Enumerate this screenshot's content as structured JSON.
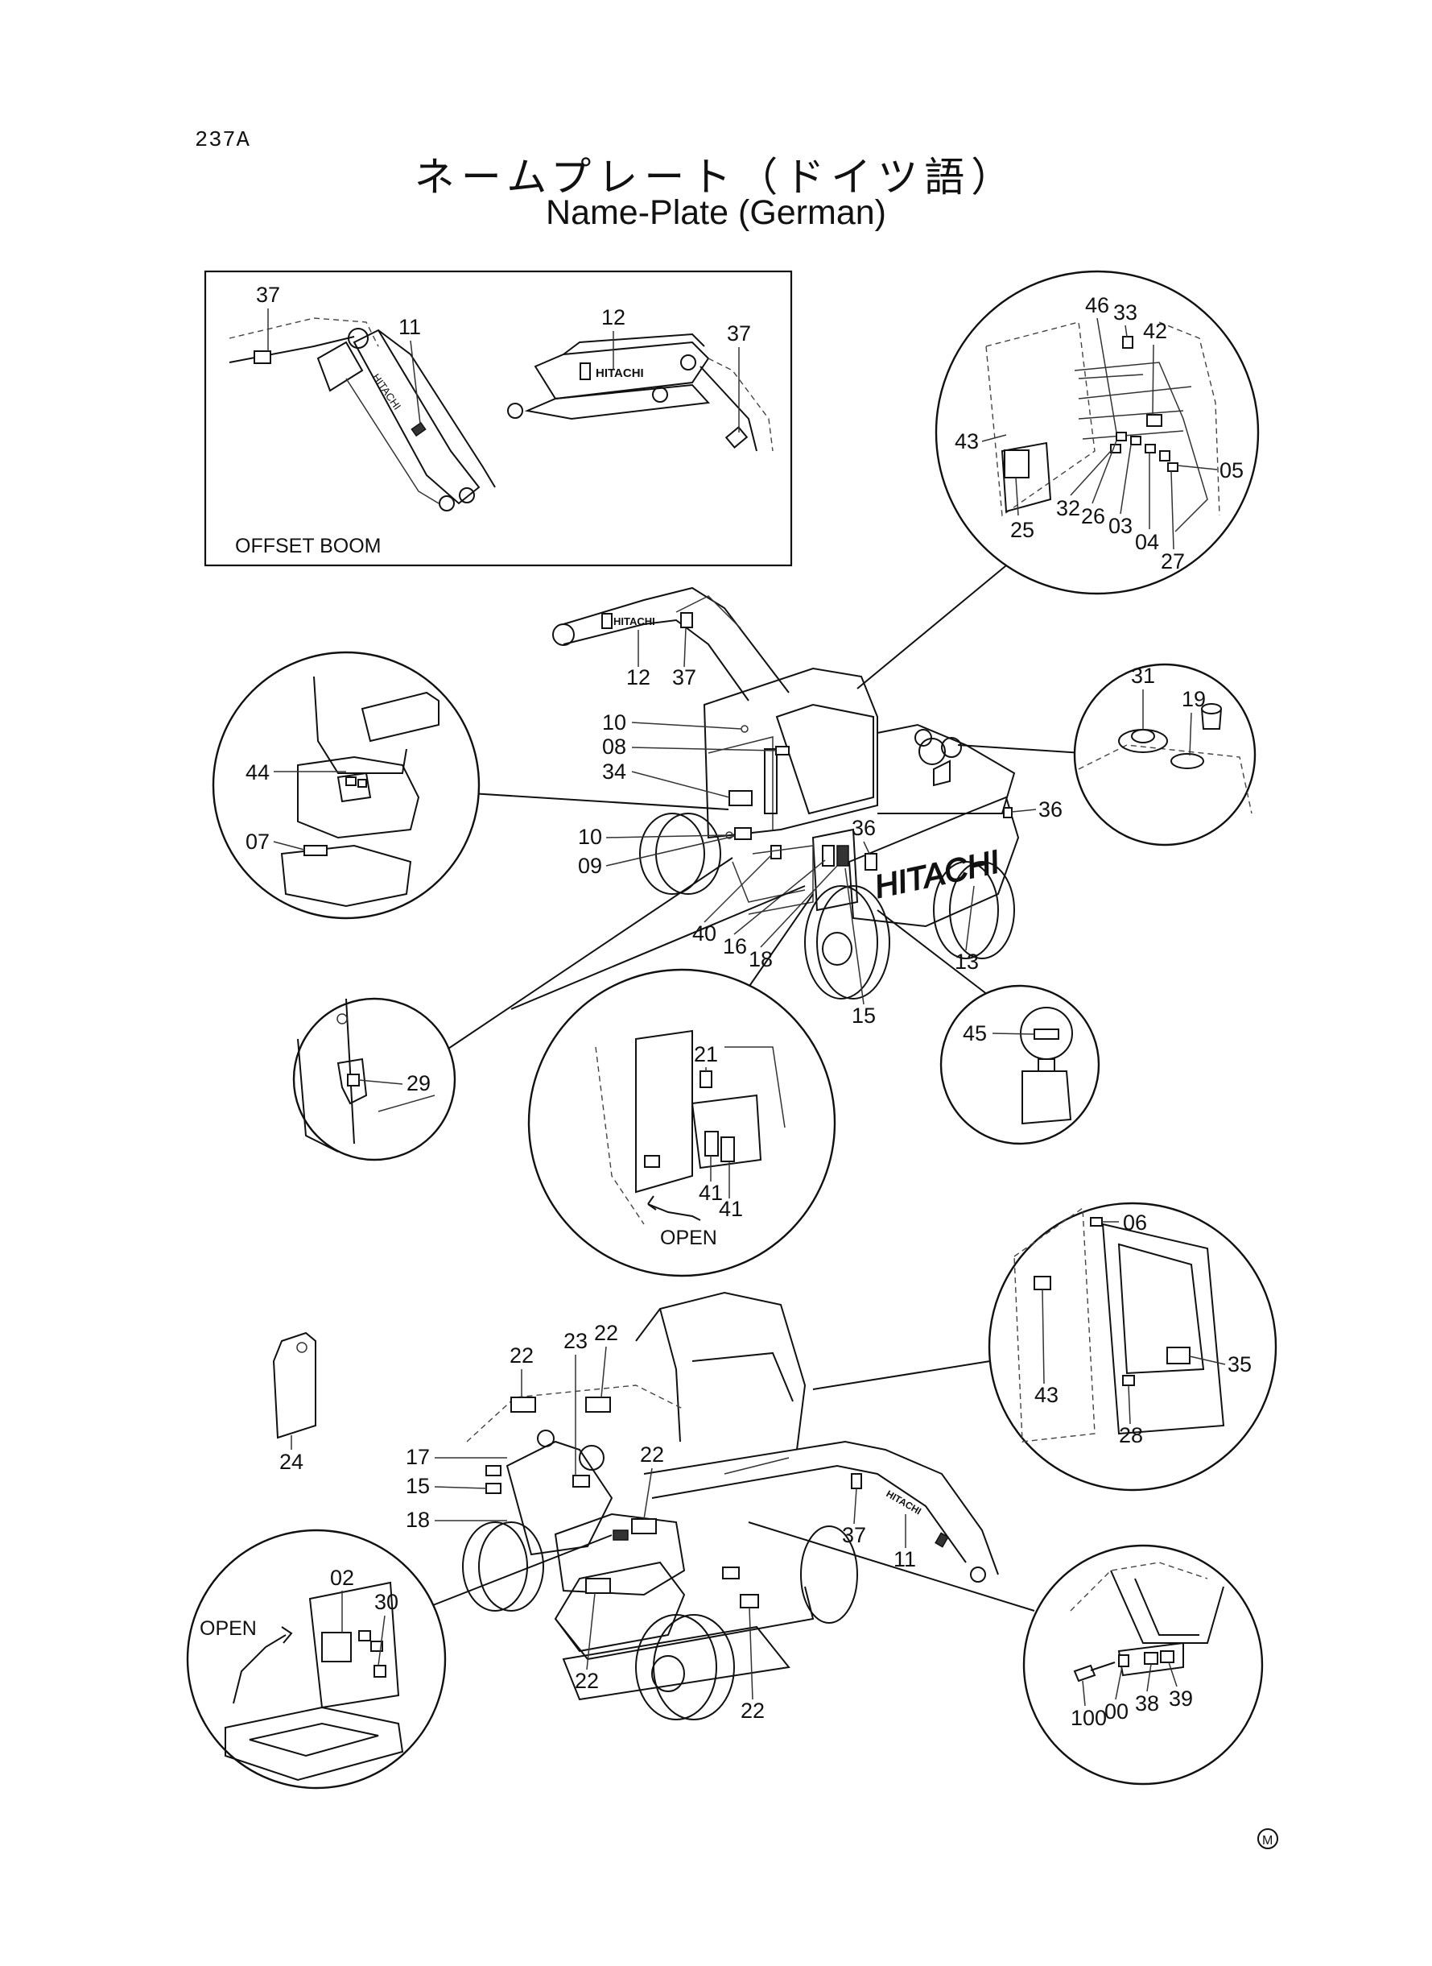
{
  "page_code": "237A",
  "title_jp": "ネームプレート（ドイツ語）",
  "title_en": "Name-Plate (German)",
  "inset": {
    "caption": "OFFSET BOOM",
    "brand_boom": "HITACHI",
    "brand_arm": "HITACHI"
  },
  "main_upper": {
    "brand_body": "HITACHI",
    "brand_boom": "HITACHI"
  },
  "lower": {
    "brand_arm": "HITACHI"
  },
  "open_label_battery": "OPEN",
  "open_label_box": "OPEN",
  "mark": "M",
  "callouts": {
    "inset_37a": "37",
    "inset_11": "11",
    "inset_12": "12",
    "inset_37b": "37",
    "cab_46": "46",
    "cab_33": "33",
    "cab_42": "42",
    "cab_43": "43",
    "cab_05": "05",
    "cab_32": "32",
    "cab_26": "26",
    "cab_03": "03",
    "cab_04": "04",
    "cab_25": "25",
    "cab_27": "27",
    "up_12": "12",
    "up_37": "37",
    "up_10a": "10",
    "up_08": "08",
    "up_34": "34",
    "up_10b": "10",
    "up_09": "09",
    "up_40": "40",
    "up_16": "16",
    "up_18": "18",
    "up_36a": "36",
    "up_36b": "36",
    "up_13": "13",
    "up_15": "15",
    "seat_44": "44",
    "seat_07": "07",
    "tank_31": "31",
    "tank_19": "19",
    "door_29": "29",
    "bat_21": "21",
    "bat_41a": "41",
    "bat_41b": "41",
    "acc_45": "45",
    "door2_06": "06",
    "door2_43": "43",
    "door2_35": "35",
    "door2_28": "28",
    "lo_24": "24",
    "lo_22a": "22",
    "lo_23": "23",
    "lo_22b": "22",
    "lo_17": "17",
    "lo_15": "15",
    "lo_18": "18",
    "lo_22c": "22",
    "lo_37": "37",
    "lo_11": "11",
    "lo_22d": "22",
    "lo_22e": "22",
    "box_02": "02",
    "box_30": "30",
    "fr_100": "100",
    "fr_00": "00",
    "fr_38": "38",
    "fr_39": "39"
  }
}
